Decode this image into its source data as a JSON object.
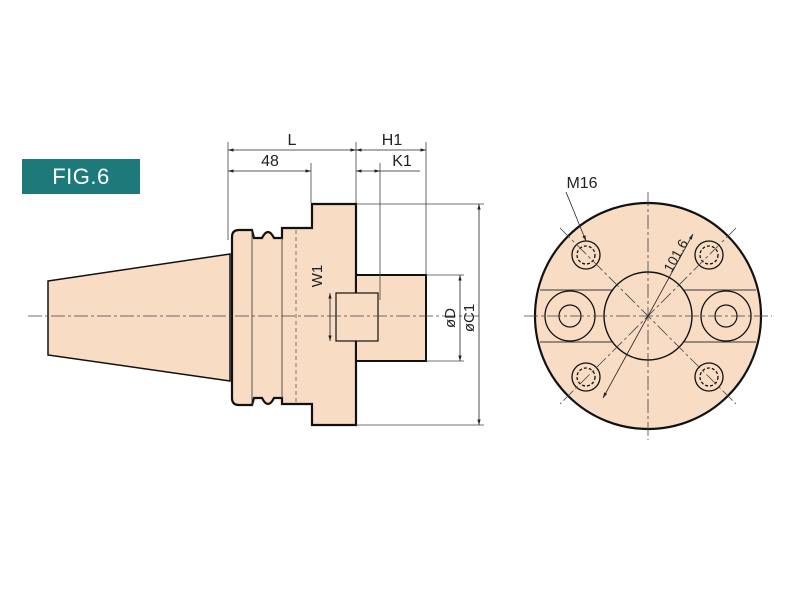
{
  "figure": {
    "label": "FIG.6"
  },
  "side_view": {
    "dims": {
      "L": "L",
      "dim_48": "48",
      "H1": "H1",
      "K1": "K1",
      "W1": "W1",
      "D": "øD",
      "C1": "øC1"
    }
  },
  "front_view": {
    "thread": "M16",
    "pcd": "101.6"
  },
  "colors": {
    "body_fill": "#f8dcc4",
    "outline": "#111111",
    "label_bg": "#1e7a7a"
  }
}
